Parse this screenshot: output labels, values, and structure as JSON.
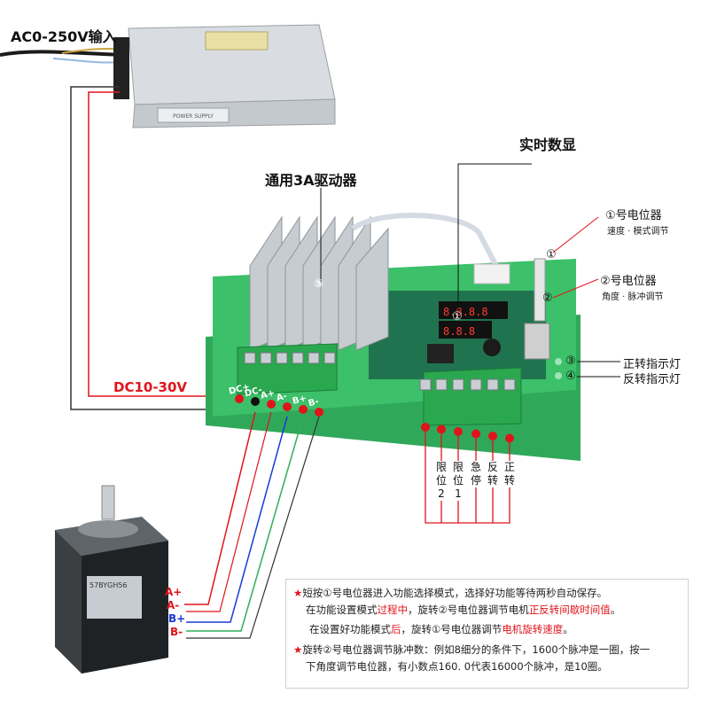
{
  "labels": {
    "ac_input": "AC0-250V输入",
    "realtime_display": "实时数显",
    "driver": "通用3A驱动器",
    "dc_voltage": "DC10-30V",
    "pot1_title": "①号电位器",
    "pot1_sub": "速度 · 模式调节",
    "pot2_title": "②号电位器",
    "pot2_sub": "角度 · 脉冲调节",
    "forward_led": "正转指示灯",
    "reverse_led": "反转指示灯",
    "num1": "①",
    "num2": "②",
    "num3": "③",
    "num4": "④",
    "num5": "⑤"
  },
  "power_supply_plate": "POWER SUPPLY",
  "motor_model": "57BYGH56",
  "terminals_left": [
    "DC+",
    "DC-",
    "A+",
    "A-",
    "B+",
    "B-"
  ],
  "terminals_right": [
    {
      "label": "限位2",
      "chars": [
        "限",
        "位",
        "2"
      ]
    },
    {
      "label": "限位1",
      "chars": [
        "限",
        "位",
        "1"
      ]
    },
    {
      "label": "急停",
      "chars": [
        "急",
        "停"
      ]
    },
    {
      "label": "反转",
      "chars": [
        "反",
        "转"
      ]
    },
    {
      "label": "正转",
      "chars": [
        "正",
        "转"
      ]
    }
  ],
  "motor_wires": [
    {
      "label": "A+",
      "color": "#e0141b"
    },
    {
      "label": "A-",
      "color": "#e0141b"
    },
    {
      "label": "B+",
      "color": "#1a3bd6"
    },
    {
      "label": "B-",
      "color": "#e0141b"
    }
  ],
  "colors": {
    "red": "#e0141b",
    "blue": "#1a3bd6",
    "green": "#2fae5a",
    "board": "#3cc06a",
    "terminal": "#2aa84f"
  },
  "notes": {
    "p1_a": "短按①号电位器进入功能选择模式，选择好功能等待两秒自动保存。",
    "p1_b1": "在功能设置模式",
    "p1_b2": "过程中",
    "p1_b3": "，旋转②号电位器调节电机",
    "p1_b4": "正反转间歇时间值",
    "p1_b5": "。",
    "p1_c1": "在设置好功能模式",
    "p1_c2": "后",
    "p1_c3": "，旋转①号电位器调节",
    "p1_c4": "电机旋转速度",
    "p1_c5": "。",
    "p2_a": "旋转②号电位器调节脉冲数：例如8细分的条件下，1600个脉冲是一圈，按一",
    "p2_b": "下角度调节电位器，有小数点160. 0代表16000个脉冲，是10圈。",
    "star": "★"
  }
}
